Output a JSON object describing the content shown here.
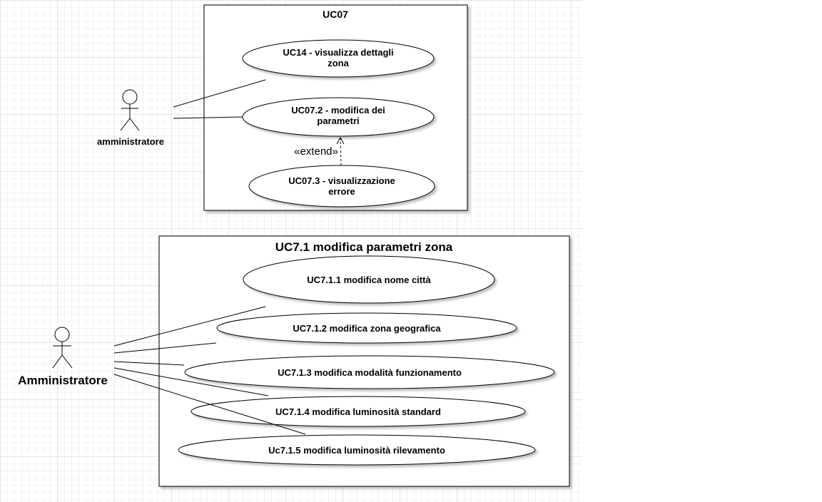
{
  "diagram": {
    "top": {
      "system_title": "UC07",
      "actor": "amministratore",
      "use_cases": [
        {
          "id": "uc14",
          "lines": [
            "UC14 - visualizza dettagli",
            "zona"
          ]
        },
        {
          "id": "uc07_2",
          "lines": [
            "UC07.2 - modifica dei",
            "parametri"
          ]
        },
        {
          "id": "uc07_3",
          "lines": [
            "UC07.3 - visualizzazione",
            "errore"
          ]
        }
      ],
      "extend_label": "«extend»"
    },
    "bottom": {
      "system_title": "UC7.1 modifica parametri zona",
      "actor": "Amministratore",
      "use_cases": [
        {
          "id": "uc7_1_1",
          "label": "UC7.1.1 modifica nome città"
        },
        {
          "id": "uc7_1_2",
          "label": "UC7.1.2 modifica zona geografica"
        },
        {
          "id": "uc7_1_3",
          "label": "UC7.1.3 modifica modalità funzionamento"
        },
        {
          "id": "uc7_1_4",
          "label": "UC7.1.4 modifica luminosità standard"
        },
        {
          "id": "uc7_1_5",
          "label": "Uc7.1.5 modifica luminosità rilevamento"
        }
      ]
    }
  }
}
